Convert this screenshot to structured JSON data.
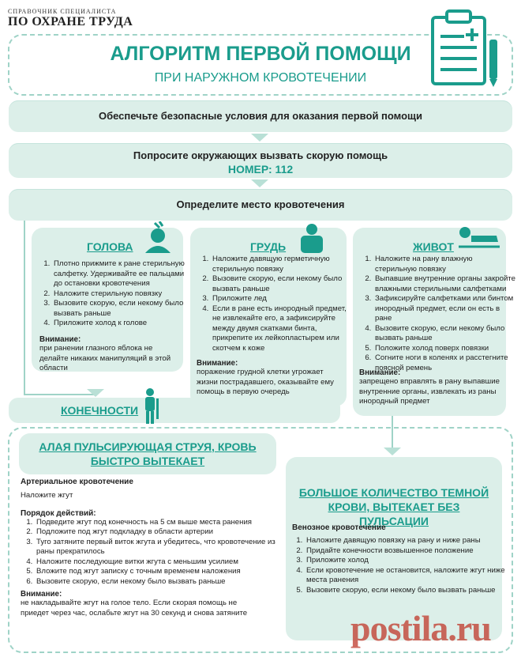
{
  "header": {
    "brand_top": "СПРАВОЧНИК СПЕЦИАЛИСТА",
    "brand_bottom": "ПО ОХРАНЕ ТРУДА",
    "title": "АЛГОРИТМ ПЕРВОЙ ПОМОЩИ",
    "subtitle": "ПРИ НАРУЖНОМ КРОВОТЕЧЕНИИ"
  },
  "steps": {
    "step1": "Обеспечьте безопасные условия для оказания первой помощи",
    "step2": "Попросите окружающих вызвать скорую помощь",
    "step2_number": "НОМЕР: 112",
    "step3": "Определите место кровотечения"
  },
  "head": {
    "title": "ГОЛОВА",
    "items": [
      "Плотно прижмите к ране стерильную салфетку. Удерживайте ее пальцами до остановки кровотечения",
      "Наложите стерильную повязку",
      "Вызовите скорую, если некому было вызвать раньше",
      "Приложите холод к голове"
    ],
    "note_title": "Внимание:",
    "note": "при ранении глазного яблока не делайте никаких манипуляций в этой области"
  },
  "chest": {
    "title": "ГРУДЬ",
    "items": [
      "Наложите давящую герметичную стерильную повязку",
      "Вызовите скорую, если некому было вызвать раньше",
      "Приложите лед",
      "Если в ране есть инородный предмет, не извлекайте его, а зафиксируйте между двумя скатками бинта, прикрепите их лейкопластырем или скотчем к коже"
    ],
    "note_title": "Внимание:",
    "note": "поражение грудной клетки угрожает жизни пострадавшего, оказывайте ему помощь в первую очередь"
  },
  "belly": {
    "title": "ЖИВОТ",
    "items": [
      "Наложите на рану влажную стерильную повязку",
      "Выпавшие внутренние органы закройте влажными стерильными салфетками",
      "Зафиксируйте салфетками или бинтом инородный предмет, если он есть в ране",
      "Вызовите скорую, если некому было вызвать раньше",
      "Положите холод поверх повязки",
      "Согните ноги в коленях и расстегните поясной ремень"
    ],
    "note_title": "Внимание:",
    "note": "запрещено вправлять в рану выпавшие внутренние органы, извлекать из раны инородный предмет"
  },
  "limbs": {
    "title": "КОНЕЧНОСТИ"
  },
  "arterial": {
    "title": "АЛАЯ ПУЛЬСИРУЮЩАЯ СТРУЯ, КРОВЬ БЫСТРО ВЫТЕКАЕТ",
    "type": "Артериальное кровотечение",
    "action": "Наложите жгут",
    "order_title": "Порядок действий:",
    "items": [
      "Подведите жгут под конечность на 5 см выше места ранения",
      "Подложите под жгут подкладку в области артерии",
      "Туго затяните первый виток жгута и убедитесь, что кровотечение из раны прекратилось",
      "Наложите последующие витки жгута с меньшим усилием",
      "Вложите под жгут записку с точным временем наложения",
      "Вызовите скорую, если некому было вызвать раньше"
    ],
    "note_title": "Внимание:",
    "note": "не накладывайте жгут на голое тело. Если скорая помощь не приедет через час, ослабьте жгут на 30 секунд и снова затяните"
  },
  "venous": {
    "title": "БОЛЬШОЕ КОЛИЧЕСТВО ТЕМНОЙ КРОВИ, ВЫТЕКАЕТ БЕЗ ПУЛЬСАЦИИ",
    "type": "Венозное кровотечение",
    "items": [
      "Наложите давящую повязку на рану и ниже раны",
      "Придайте конечности возвышенное положение",
      "Приложите холод",
      "Если кровотечение не остановится, наложите жгут ниже места ранения",
      "Вызовите скорую, если некому было вызвать раньше"
    ]
  },
  "watermark": "postila.ru",
  "colors": {
    "accent": "#1a9c8c",
    "panel": "#dcefe9",
    "watermark": "#c0392b"
  }
}
